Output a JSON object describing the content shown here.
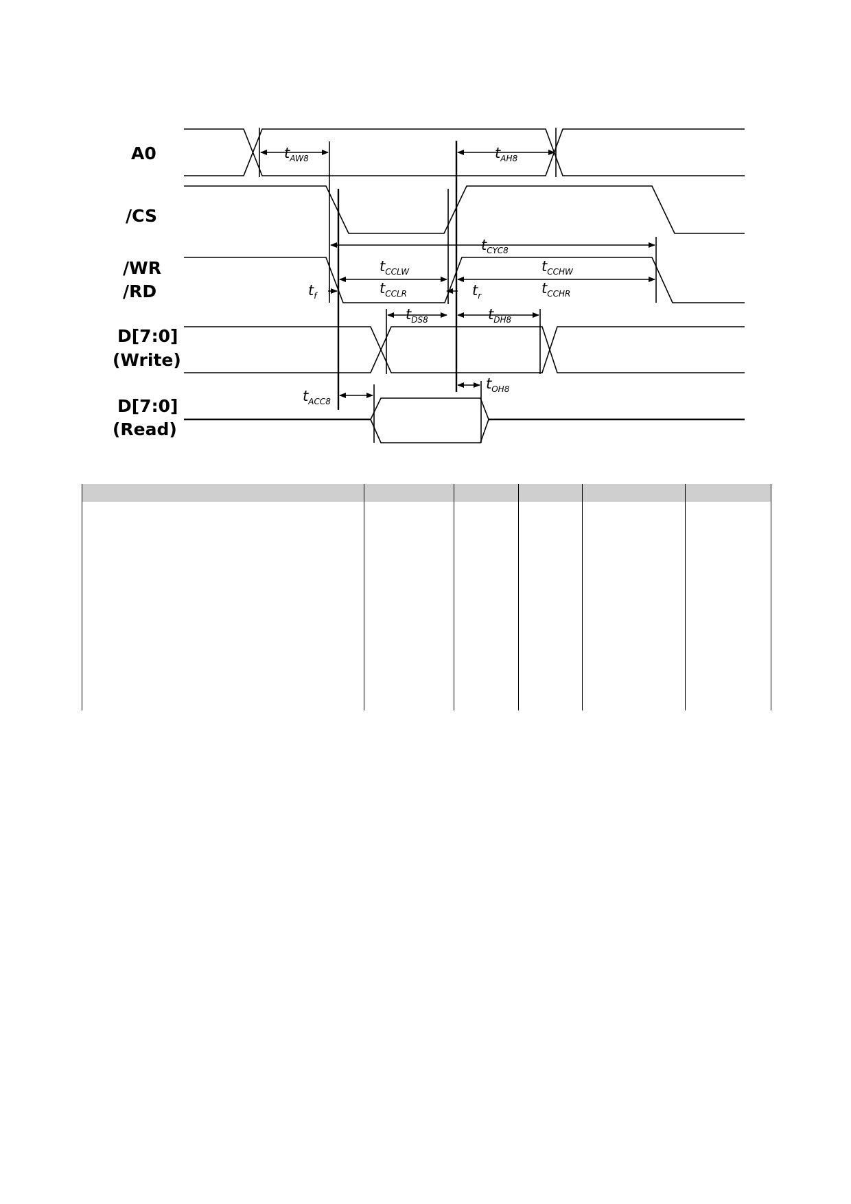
{
  "signals": {
    "a0": "A0",
    "cs": "/CS",
    "wr": "/WR",
    "rd": "/RD",
    "d_write_1": "D[7:0]",
    "d_write_2": "(Write)",
    "d_read_1": "D[7:0]",
    "d_read_2": "(Read)"
  },
  "timing": {
    "taw8": {
      "main": "t",
      "sub": "AW8"
    },
    "tah8": {
      "main": "t",
      "sub": "AH8"
    },
    "tcyc8": {
      "main": "t",
      "sub": "CYC8"
    },
    "tcclw": {
      "main": "t",
      "sub": "CCLW"
    },
    "tcchw": {
      "main": "t",
      "sub": "CCHW"
    },
    "tcclr": {
      "main": "t",
      "sub": "CCLR"
    },
    "tcchr": {
      "main": "t",
      "sub": "CCHR"
    },
    "tf": {
      "main": "t",
      "sub": "f"
    },
    "tr": {
      "main": "t",
      "sub": "r"
    },
    "tds8": {
      "main": "t",
      "sub": "DS8"
    },
    "tdh8": {
      "main": "t",
      "sub": "DH8"
    },
    "tacc8": {
      "main": "t",
      "sub": "ACC8"
    },
    "toh8": {
      "main": "t",
      "sub": "OH8"
    }
  },
  "table": {
    "header_color": "#cfcfcf"
  }
}
